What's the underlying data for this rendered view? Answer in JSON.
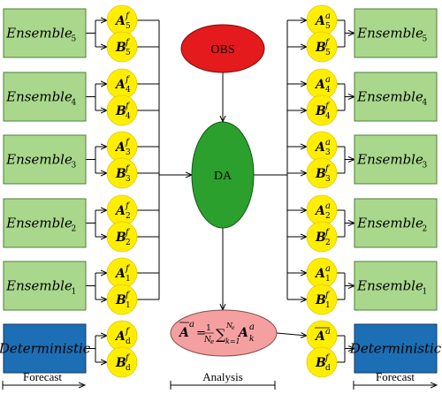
{
  "left_boxes": [
    {
      "base": "Ensemble",
      "sub": "5"
    },
    {
      "base": "Ensemble",
      "sub": "4"
    },
    {
      "base": "Ensemble",
      "sub": "3"
    },
    {
      "base": "Ensemble",
      "sub": "2"
    },
    {
      "base": "Ensemble",
      "sub": "1"
    },
    {
      "base": "Deterministic",
      "sub": ""
    }
  ],
  "left_circles": [
    {
      "sym": "A",
      "sup": "f",
      "sub": "5"
    },
    {
      "sym": "B",
      "sup": "f",
      "sub": "5"
    },
    {
      "sym": "A",
      "sup": "f",
      "sub": "4"
    },
    {
      "sym": "B",
      "sup": "f",
      "sub": "4"
    },
    {
      "sym": "A",
      "sup": "f",
      "sub": "3"
    },
    {
      "sym": "B",
      "sup": "f",
      "sub": "3"
    },
    {
      "sym": "A",
      "sup": "f",
      "sub": "2"
    },
    {
      "sym": "B",
      "sup": "f",
      "sub": "2"
    },
    {
      "sym": "A",
      "sup": "f",
      "sub": "1"
    },
    {
      "sym": "B",
      "sup": "f",
      "sub": "1"
    },
    {
      "sym": "A",
      "sup": "f",
      "sub": "d"
    },
    {
      "sym": "B",
      "sup": "f",
      "sub": "d"
    }
  ],
  "right_circles": [
    {
      "sym": "A",
      "sup": "a",
      "sub": "5"
    },
    {
      "sym": "B",
      "sup": "f",
      "sub": "5"
    },
    {
      "sym": "A",
      "sup": "a",
      "sub": "4"
    },
    {
      "sym": "B",
      "sup": "f",
      "sub": "4"
    },
    {
      "sym": "A",
      "sup": "a",
      "sub": "3"
    },
    {
      "sym": "B",
      "sup": "f",
      "sub": "3"
    },
    {
      "sym": "A",
      "sup": "a",
      "sub": "2"
    },
    {
      "sym": "B",
      "sup": "f",
      "sub": "2"
    },
    {
      "sym": "A",
      "sup": "a",
      "sub": "1"
    },
    {
      "sym": "B",
      "sup": "f",
      "sub": "1"
    },
    {
      "sym": "A",
      "sup": "a",
      "sub": "",
      "overline": true
    },
    {
      "sym": "B",
      "sup": "f",
      "sub": "d"
    }
  ],
  "right_boxes": [
    {
      "base": "Ensemble",
      "sub": "5"
    },
    {
      "base": "Ensemble",
      "sub": "4"
    },
    {
      "base": "Ensemble",
      "sub": "3"
    },
    {
      "base": "Ensemble",
      "sub": "2"
    },
    {
      "base": "Ensemble",
      "sub": "1"
    },
    {
      "base": "Deterministic",
      "sub": ""
    }
  ],
  "obs_label": "OBS",
  "da_label": "DA",
  "mean_formula": {
    "lhs": "A",
    "lhs_sup": "a",
    "equals": "=",
    "frac_num": "1",
    "frac_den": "N",
    "frac_den_sub": "e",
    "sum": "∑",
    "sum_top": "N",
    "sum_top_sub": "e",
    "sum_bottom": "k=1",
    "term": "A",
    "term_sup": "a",
    "term_sub": "k"
  },
  "bottom_labels": {
    "left": "Forecast",
    "middle": "Analysis",
    "right": "Forecast"
  },
  "colors": {
    "box_fill": "#a9d88c",
    "det_fill": "#1c6fb4",
    "circle_fill": "#ffee00",
    "obs_fill": "#e41a1c",
    "da_fill": "#2ca02c",
    "mean_fill": "#f4a0a0"
  }
}
